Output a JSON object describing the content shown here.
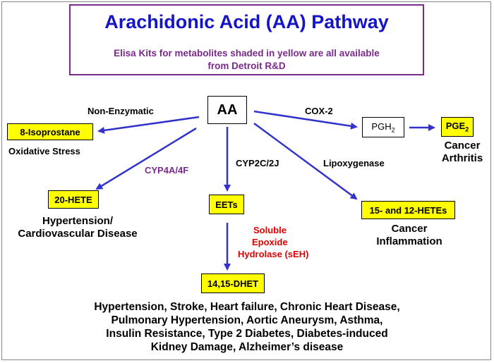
{
  "header": {
    "title": "Arachidonic Acid (AA) Pathway",
    "subtitle_line1": "Elisa Kits for metabolites shaded in yellow are all available",
    "subtitle_line2": "from Detroit R&D"
  },
  "nodes": {
    "aa": "AA",
    "pgh2_base": "PGH",
    "pgh2_sub": "2",
    "pge2_base": "PGE",
    "pge2_sub": "2",
    "isoprostane": "8-Isoprostane",
    "hete20": "20-HETE",
    "eets": "EETs",
    "hetes_15_12": "15- and 12-HETEs",
    "dhet": "14,15-DHET"
  },
  "enzymes": {
    "non_enzymatic": "Non-Enzymatic",
    "cox2": "COX-2",
    "cyp4a": "CYP4A/4F",
    "cyp2c": "CYP2C/2J",
    "lipoxygenase": "Lipoxygenase",
    "seh_line1": "Soluble",
    "seh_line2": "Epoxide",
    "seh_line3": "Hydrolase (sEH)"
  },
  "effects": {
    "oxidative": "Oxidative Stress",
    "pge2_line1": "Cancer",
    "pge2_line2": "Arthritis",
    "hete20_line1": "Hypertension/",
    "hete20_line2": "Cardiovascular Disease",
    "hetes_line1": "Cancer",
    "hetes_line2": "Inflammation",
    "dhet_line1": "Hypertension, Stroke, Heart failure, Chronic Heart Disease,",
    "dhet_line2": "Pulmonary Hypertension, Aortic Aneurysm, Asthma,",
    "dhet_line3": "Insulin Resistance, Type 2 Diabetes, Diabetes-induced",
    "dhet_line4": "Kidney Damage, Alzheimer’s disease"
  },
  "colors": {
    "title": "#1515c8",
    "header_border": "#7a2a8a",
    "arrow": "#3333cc",
    "highlight": "#ffff00",
    "enzyme_purple": "#7a2a8a",
    "enzyme_red": "#e00000"
  }
}
